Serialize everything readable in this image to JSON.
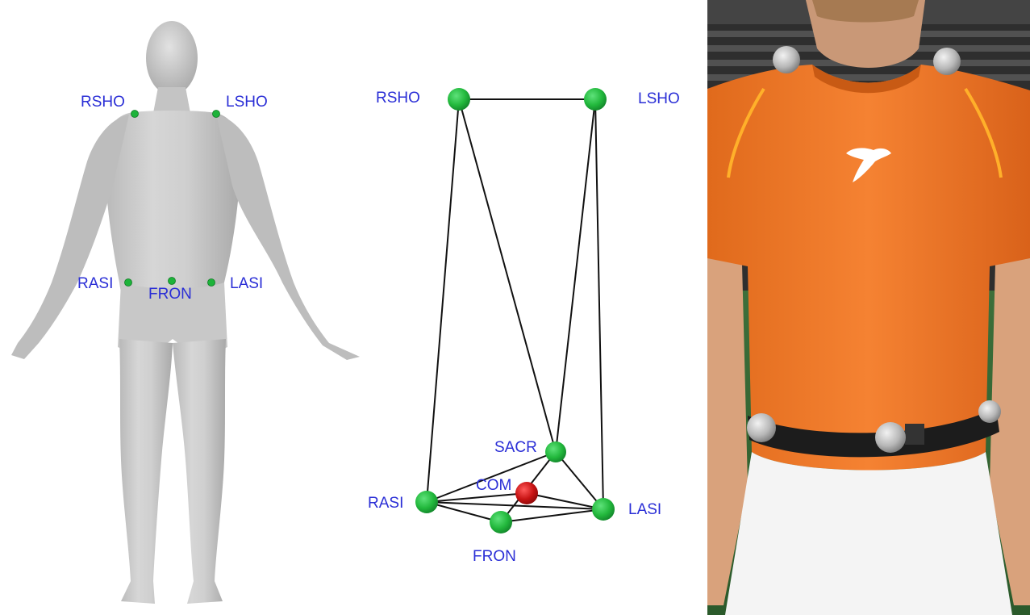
{
  "figure": {
    "panel_a": {
      "subject": "3D human body model",
      "markers": {
        "rsho": "RSHO",
        "lsho": "LSHO",
        "rasi": "RASI",
        "fron": "FRON",
        "lasi": "LASI"
      }
    },
    "panel_b": {
      "markers": {
        "rsho": "RSHO",
        "lsho": "LSHO",
        "sacr": "SACR",
        "com": "COM",
        "rasi": "RASI",
        "fron": "FRON",
        "lasi": "LASI"
      },
      "colors": {
        "marker": "#22b83c",
        "com": "#c81414",
        "segment": "#111111",
        "label": "#2a2ed6"
      }
    },
    "panel_c": {
      "subject": "athlete wearing orange shirt with reflective markers",
      "shirt_color": "#f07a2a",
      "belt_color": "#1c1c1c"
    }
  }
}
